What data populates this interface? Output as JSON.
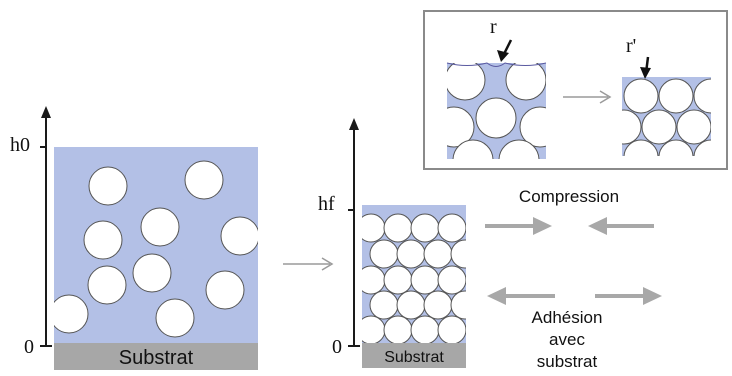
{
  "left_panel": {
    "top_label_main": "h",
    "top_label_sub": "0",
    "bottom_label": "0",
    "substrate_label": "Substrat"
  },
  "middle_panel": {
    "top_label_main": "h",
    "top_label_sub": "f",
    "bottom_label": "0",
    "substrate_label": "Substrat"
  },
  "inset": {
    "left_radius_label": "r",
    "right_radius_label": "r'"
  },
  "forces": {
    "compression_label": "Compression",
    "adhesion_line1": "Adhésion",
    "adhesion_line2": "avec",
    "adhesion_line3": "substrat"
  },
  "colors": {
    "film": "#b3c0e6",
    "particle": "#ffffff",
    "substrate": "#a7a7a7",
    "arrow": "#a8a8a8",
    "axis": "#1a1a1a",
    "inset_border": "#8a8a8a"
  }
}
